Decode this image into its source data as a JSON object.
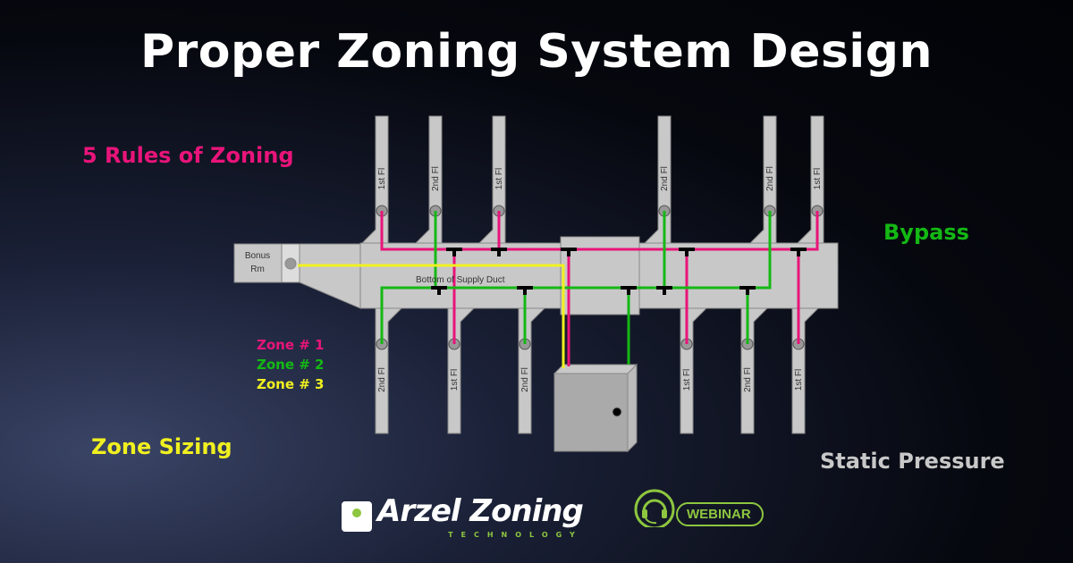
{
  "title": "Proper Zoning System Design",
  "topics": {
    "rules": "5 Rules of Zoning",
    "bypass": "Bypass",
    "sizing": "Zone Sizing",
    "static": "Static Pressure"
  },
  "legend": [
    {
      "label": "Zone # 1",
      "color": "#e8147a"
    },
    {
      "label": "Zone # 2",
      "color": "#14b814"
    },
    {
      "label": "Zone # 3",
      "color": "#f0f020"
    }
  ],
  "diagram": {
    "bonus_room": "Bonus Rm",
    "duct_label": "Bottom of Supply Duct",
    "top_branches": [
      "1st Fl",
      "2nd Fl",
      "1st Fl",
      "2nd Fl",
      "2nd Fl",
      "1st Fl"
    ],
    "bottom_branches": [
      "2nd Fl",
      "1st Fl",
      "2nd Fl",
      "1st Fl",
      "2nd Fl",
      "1st Fl"
    ]
  },
  "colors": {
    "duct": "#c8c8c8",
    "accent": "#8dc63f",
    "zone1": "#e8147a",
    "zone2": "#14b814",
    "zone3": "#f0f020"
  },
  "footer": {
    "brand": "Arzel Zoning",
    "tagline": "TECHNOLOGY",
    "badge": "WEBINAR",
    "icon": "headset-icon"
  }
}
